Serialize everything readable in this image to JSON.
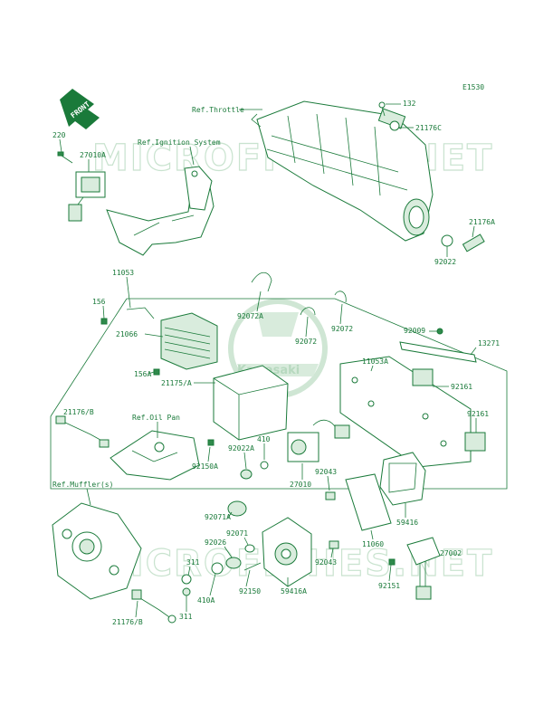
{
  "diagram_id": "E1530",
  "front_label": "FRONT",
  "watermark": "MICROFICHES.NET",
  "logo_text": "Kawasaki",
  "refs": {
    "throttle": "Ref.Throttle",
    "ignition": "Ref.Ignition System",
    "oil_pan": "Ref.Oil Pan",
    "muffler": "Ref.Muffler(s)"
  },
  "labels": {
    "p132": "132",
    "p21176C": "21176C",
    "p21176A": "21176A",
    "p92022": "92022",
    "p220": "220",
    "p27010A": "27010A",
    "p11053": "11053",
    "p156": "156",
    "p92072A": "92072A",
    "p92072a": "92072",
    "p92072b": "92072",
    "p21066": "21066",
    "p156A": "156A",
    "p21175A": "21175/A",
    "p11053A": "11053A",
    "p92009": "92009",
    "p13271": "13271",
    "p92161a": "92161",
    "p92161b": "92161",
    "p21176B1": "21176/B",
    "p410": "410",
    "p92022A": "92022A",
    "p92150A": "92150A",
    "p27010": "27010",
    "p92043a": "92043",
    "p59416": "59416",
    "p11060": "11060",
    "p92043b": "92043",
    "p27002": "27002",
    "p92071A": "92071A",
    "p92071": "92071",
    "p92026": "92026",
    "p311a": "311",
    "p410A": "410A",
    "p92150": "92150",
    "p59416A": "59416A",
    "p92151": "92151",
    "p311b": "311",
    "p21176B2": "21176/B"
  }
}
